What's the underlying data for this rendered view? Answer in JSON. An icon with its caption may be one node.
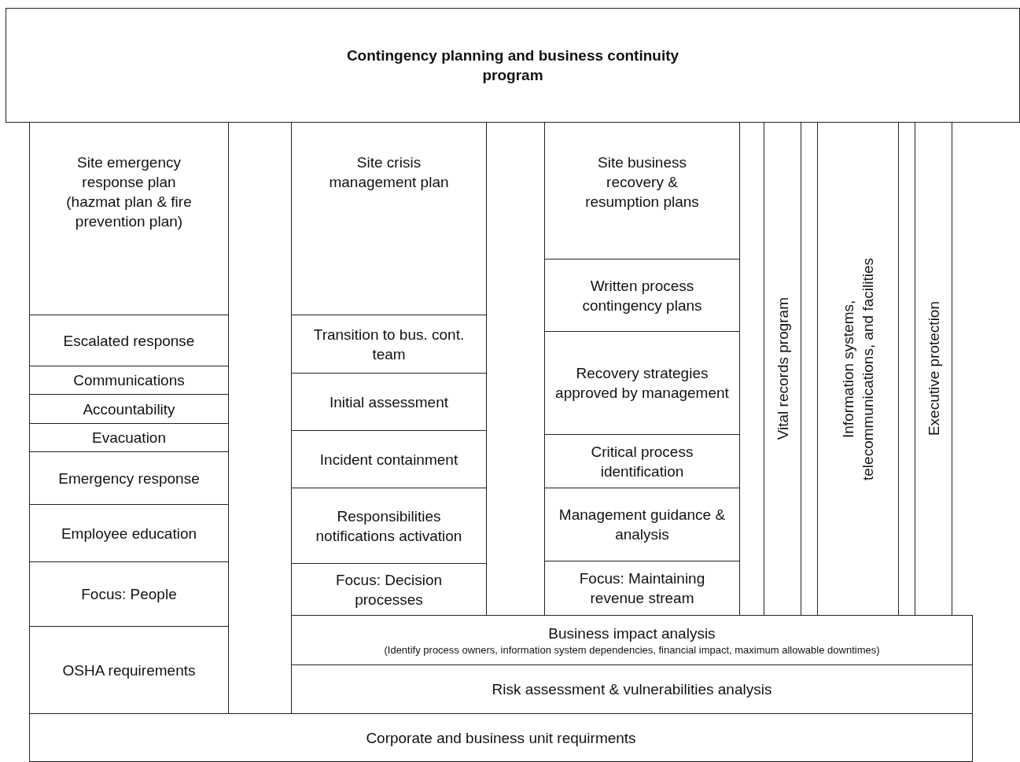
{
  "diagram": {
    "nodes": [
      {
        "text": [
          "Contingency planning and business continuity program"
        ]
      },
      {
        "text": [
          "Site emergency response plan (hazmat plan & fire prevention plan)"
        ]
      },
      {
        "text": [
          "Escalated response"
        ]
      },
      {
        "text": [
          "Communications"
        ]
      },
      {
        "text": [
          "Accountability"
        ]
      },
      {
        "text": [
          "Evacuation"
        ]
      },
      {
        "text": [
          "Emergency response"
        ]
      },
      {
        "text": [
          "Employee education"
        ]
      },
      {
        "text": [
          "Focus: People"
        ]
      },
      {
        "text": [
          "OSHA requirements"
        ]
      },
      {
        "text": [
          "Site crisis management plan"
        ]
      },
      {
        "text": [
          "Transition to bus. cont. team"
        ]
      },
      {
        "text": [
          "Initial assessment"
        ]
      },
      {
        "text": [
          "Incident containment"
        ]
      },
      {
        "text": [
          "Responsibilities notifications activation"
        ]
      },
      {
        "text": [
          "Focus: Decision processes"
        ]
      },
      {
        "text": [
          "Site business recovery & resumption plans"
        ]
      },
      {
        "text": [
          "Written process contingency plans"
        ]
      },
      {
        "text": [
          "Recovery strategies approved by management"
        ]
      },
      {
        "text": [
          "Critical process identification"
        ]
      },
      {
        "text": [
          "Management guidance & analysis"
        ]
      },
      {
        "text": [
          "Focus: Maintaining revenue stream"
        ]
      },
      {
        "text": [
          "Vital records program"
        ]
      },
      {
        "text": [
          "Information systems, telecommunications, and facilities"
        ]
      },
      {
        "text": [
          "Executive protection"
        ]
      },
      {
        "text": [
          "Business impact analysis",
          "(Identify process owners, information system dependencies, financial impact, maximum allowable downtimes)"
        ]
      },
      {
        "text": [
          "Risk assessment & vulnerabilities analysis"
        ]
      },
      {
        "text": [
          "Corporate and business unit requirments"
        ]
      }
    ]
  }
}
